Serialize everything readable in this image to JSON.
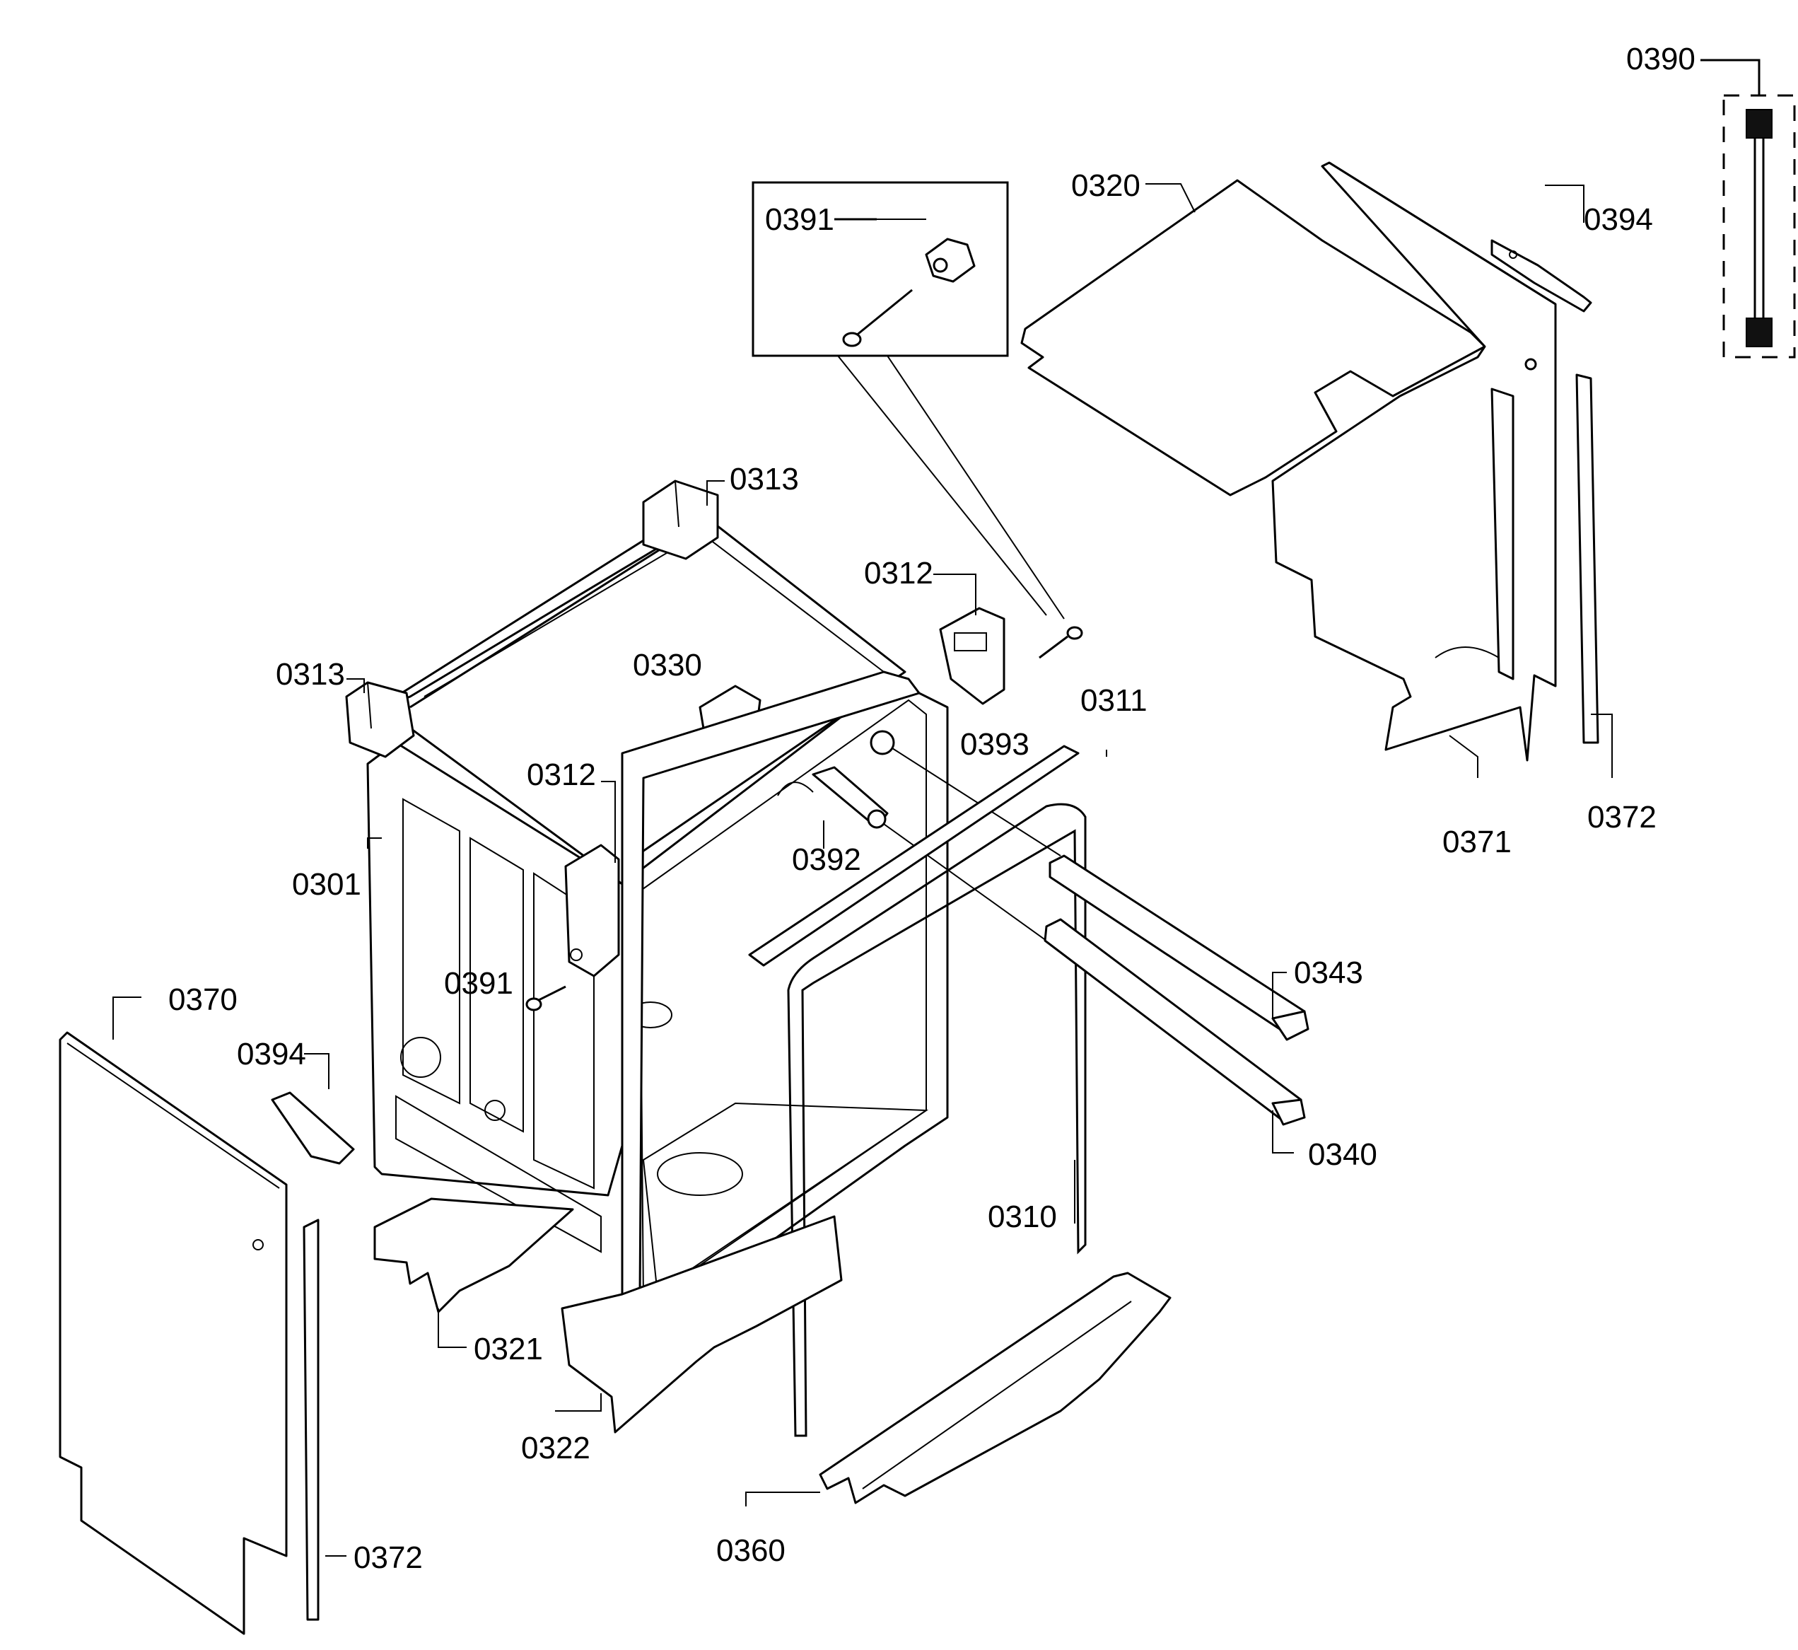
{
  "labels": {
    "p0390": "0390",
    "p0391_detail": "0391",
    "p0320": "0320",
    "p0394_right": "0394",
    "p0313_top": "0313",
    "p0312_right": "0312",
    "p0313_left": "0313",
    "p0330": "0330",
    "p0311": "0311",
    "p0393": "0393",
    "p0312_center": "0312",
    "p0392": "0392",
    "p0301": "0301",
    "p0391_center": "0391",
    "p0370": "0370",
    "p0394_left": "0394",
    "p0343": "0343",
    "p0340": "0340",
    "p0310": "0310",
    "p0321": "0321",
    "p0322": "0322",
    "p0360": "0360",
    "p0372_left": "0372",
    "p0371": "0371",
    "p0372_right": "0372"
  }
}
